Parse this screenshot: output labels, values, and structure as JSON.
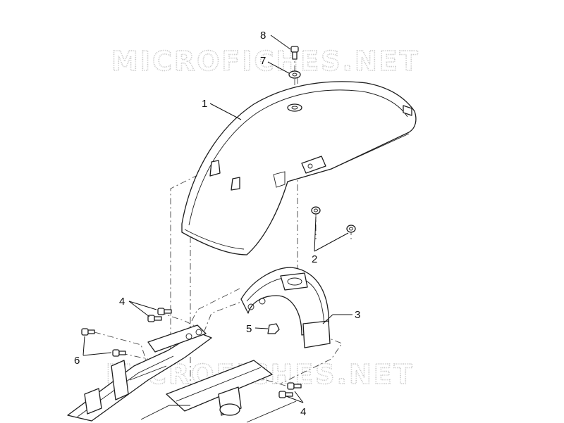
{
  "watermark": {
    "text": "MICROFICHES.NET"
  },
  "callouts": [
    {
      "id": "1",
      "label": "1"
    },
    {
      "id": "2",
      "label": "2"
    },
    {
      "id": "3",
      "label": "3"
    },
    {
      "id": "4a",
      "label": "4"
    },
    {
      "id": "4b",
      "label": "4"
    },
    {
      "id": "5",
      "label": "5"
    },
    {
      "id": "6",
      "label": "6"
    },
    {
      "id": "7",
      "label": "7"
    },
    {
      "id": "8",
      "label": "8"
    }
  ],
  "colors": {
    "line": "#1e1e1e",
    "watermark": "#c9c9c9",
    "background": "#ffffff"
  }
}
